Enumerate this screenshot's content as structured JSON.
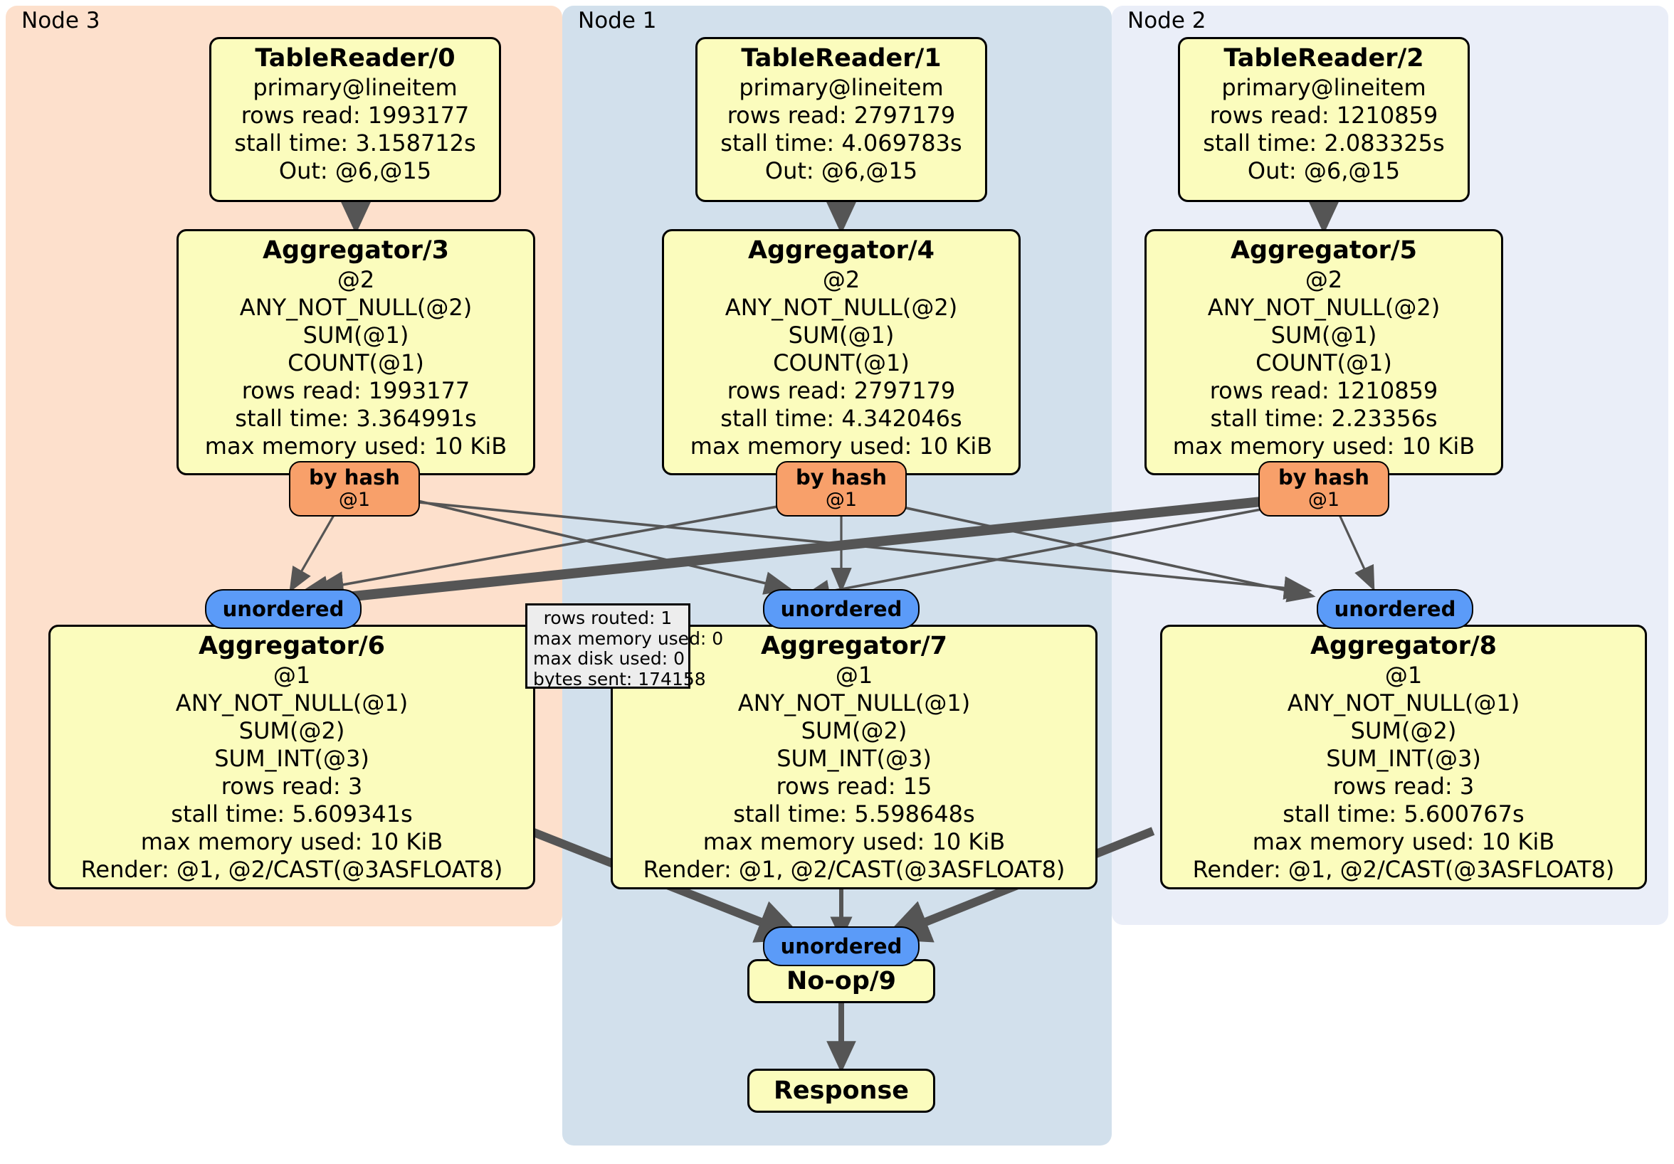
{
  "clusters": [
    {
      "label": "Node 3",
      "color": "#fde0cc"
    },
    {
      "label": "Node 1",
      "color": "#d2e0ec"
    },
    {
      "label": "Node 2",
      "color": "#eaeef8"
    }
  ],
  "colors": {
    "operator_fill": "#fbfcbd",
    "operator_stroke": "#000000",
    "router_fill": "#f8a06a",
    "sync_fill": "#5b9bf8",
    "stats_fill": "#ededed",
    "edge": "#555555",
    "node3_panel": "#fde0cc",
    "node1_panel": "#d2e0ec",
    "node2_panel": "#eaeef8"
  },
  "operators": {
    "table_reader_0": {
      "title": "TableReader/0",
      "lines": [
        "primary@lineitem",
        "rows read: 1993177",
        "stall time: 3.158712s",
        "Out: @6,@15"
      ]
    },
    "table_reader_1": {
      "title": "TableReader/1",
      "lines": [
        "primary@lineitem",
        "rows read: 2797179",
        "stall time: 4.069783s",
        "Out: @6,@15"
      ]
    },
    "table_reader_2": {
      "title": "TableReader/2",
      "lines": [
        "primary@lineitem",
        "rows read: 1210859",
        "stall time: 2.083325s",
        "Out: @6,@15"
      ]
    },
    "aggregator_3": {
      "title": "Aggregator/3",
      "lines": [
        "@2",
        "ANY_NOT_NULL(@2)",
        "SUM(@1)",
        "COUNT(@1)",
        "rows read: 1993177",
        "stall time: 3.364991s",
        "max memory used: 10 KiB"
      ]
    },
    "aggregator_4": {
      "title": "Aggregator/4",
      "lines": [
        "@2",
        "ANY_NOT_NULL(@2)",
        "SUM(@1)",
        "COUNT(@1)",
        "rows read: 2797179",
        "stall time: 4.342046s",
        "max memory used: 10 KiB"
      ]
    },
    "aggregator_5": {
      "title": "Aggregator/5",
      "lines": [
        "@2",
        "ANY_NOT_NULL(@2)",
        "SUM(@1)",
        "COUNT(@1)",
        "rows read: 1210859",
        "stall time: 2.23356s",
        "max memory used: 10 KiB"
      ]
    },
    "aggregator_6": {
      "title": "Aggregator/6",
      "lines": [
        "@1",
        "ANY_NOT_NULL(@1)",
        "SUM(@2)",
        "SUM_INT(@3)",
        "rows read: 3",
        "stall time: 5.609341s",
        "max memory used: 10 KiB",
        "Render: @1, @2/CAST(@3ASFLOAT8)"
      ]
    },
    "aggregator_7": {
      "title": "Aggregator/7",
      "lines": [
        "@1",
        "ANY_NOT_NULL(@1)",
        "SUM(@2)",
        "SUM_INT(@3)",
        "rows read: 15",
        "stall time: 5.598648s",
        "max memory used: 10 KiB",
        "Render: @1, @2/CAST(@3ASFLOAT8)"
      ]
    },
    "aggregator_8": {
      "title": "Aggregator/8",
      "lines": [
        "@1",
        "ANY_NOT_NULL(@1)",
        "SUM(@2)",
        "SUM_INT(@3)",
        "rows read: 3",
        "stall time: 5.600767s",
        "max memory used: 10 KiB",
        "Render: @1, @2/CAST(@3ASFLOAT8)"
      ]
    },
    "noop_9": {
      "title": "No-op/9",
      "lines": []
    },
    "response": {
      "title": "Response",
      "lines": []
    }
  },
  "routers": [
    {
      "label": "by hash",
      "column": "@1"
    },
    {
      "label": "by hash",
      "column": "@1"
    },
    {
      "label": "by hash",
      "column": "@1"
    }
  ],
  "synchronizers": [
    {
      "label": "unordered"
    },
    {
      "label": "unordered"
    },
    {
      "label": "unordered"
    },
    {
      "label": "unordered"
    }
  ],
  "stats_tooltip": {
    "lines": [
      "rows routed: 1",
      "max memory used: 0",
      "max disk used: 0",
      "bytes sent: 174158"
    ]
  }
}
